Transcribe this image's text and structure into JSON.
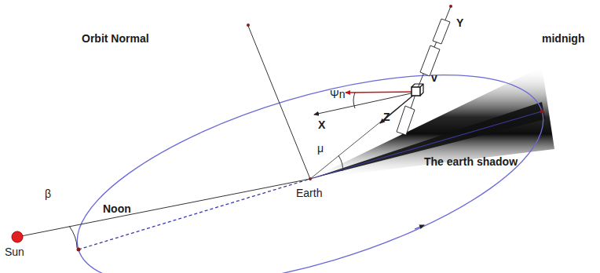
{
  "diagram": {
    "labels": [
      "Orbit Normal",
      "Y",
      "v",
      "Ψn",
      "X",
      "Z",
      "μ",
      "midnigh",
      "The earth shadow",
      "Earth",
      "β",
      "Noon",
      "Sun"
    ]
  }
}
